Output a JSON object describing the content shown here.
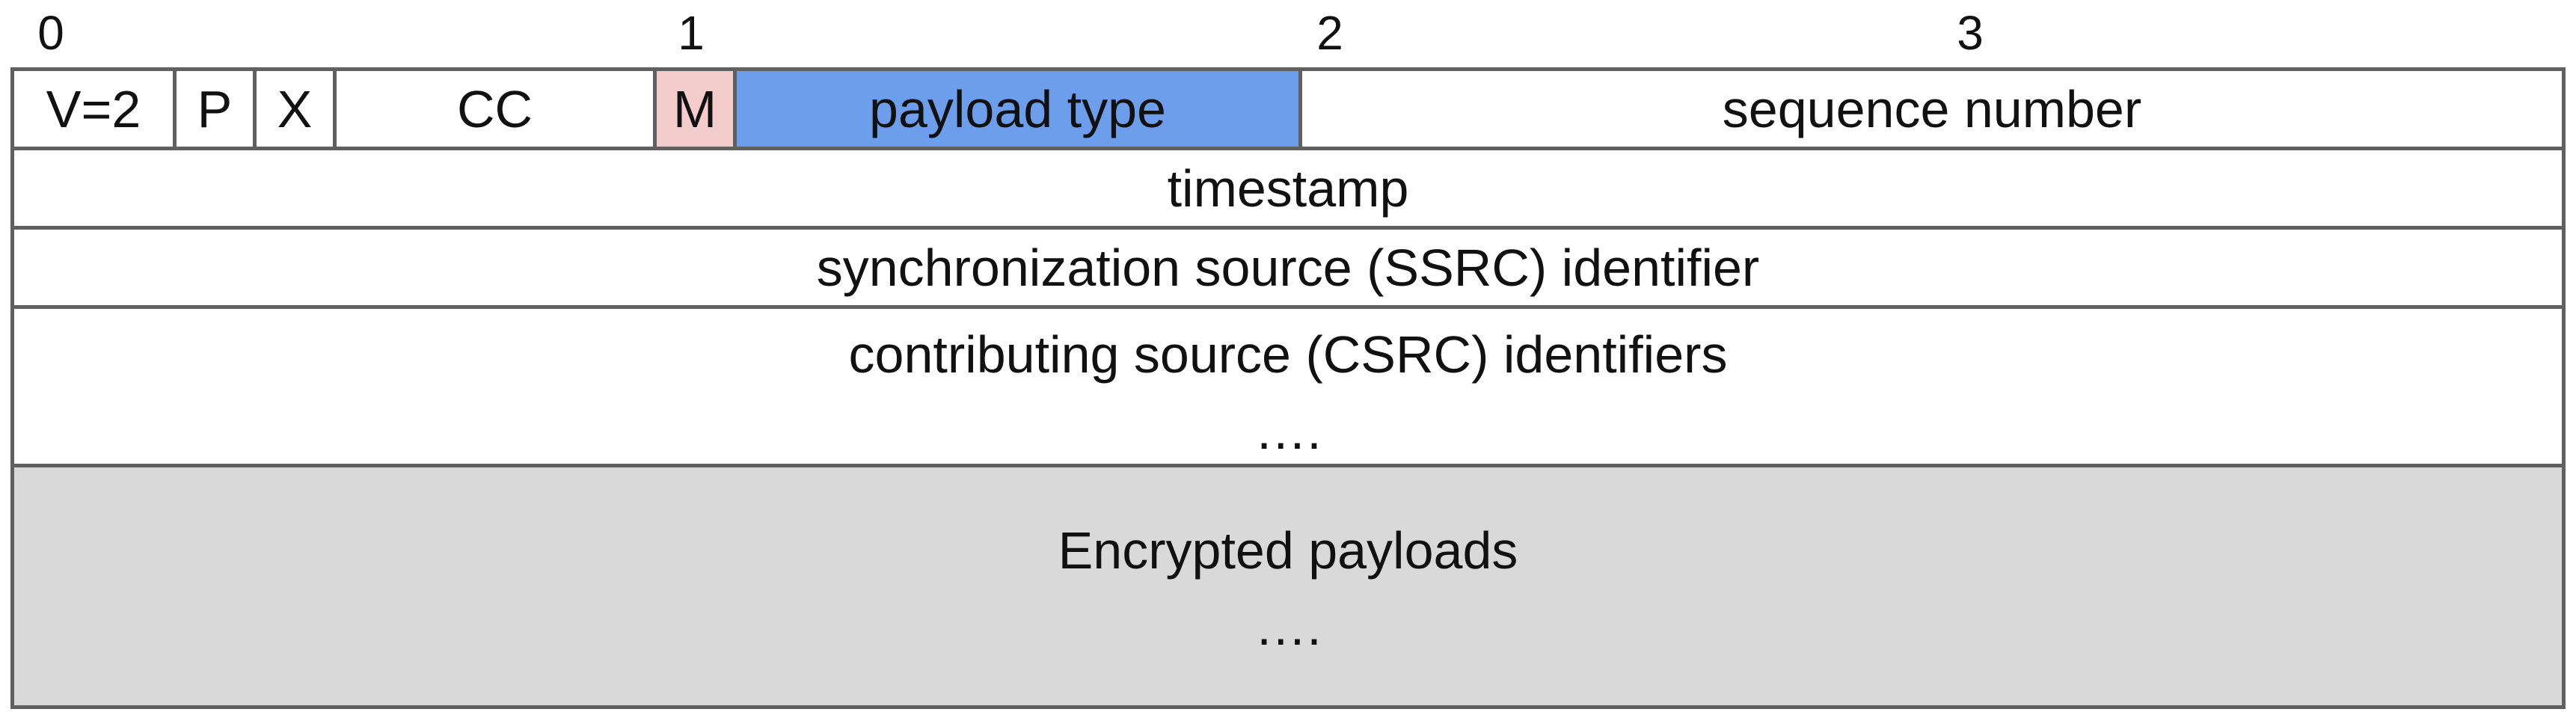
{
  "bit_labels": [
    "0",
    "1",
    "2",
    "3"
  ],
  "header": {
    "version": "V=2",
    "padding": "P",
    "extension": "X",
    "csrc_count": "CC",
    "marker": "M",
    "payload_type": "payload type",
    "sequence_number": "sequence number"
  },
  "rows": {
    "timestamp": "timestamp",
    "ssrc": "synchronization source (SSRC) identifier",
    "csrc": "contributing source (CSRC) identifiers",
    "csrc_ellipsis": "….",
    "payload": "Encrypted payloads",
    "payload_ellipsis": "…."
  },
  "colors": {
    "marker_fill": "#f4cccc",
    "payload_type_fill": "#6d9eeb",
    "payload_fill": "#d9d9d9",
    "border": "#606060"
  }
}
